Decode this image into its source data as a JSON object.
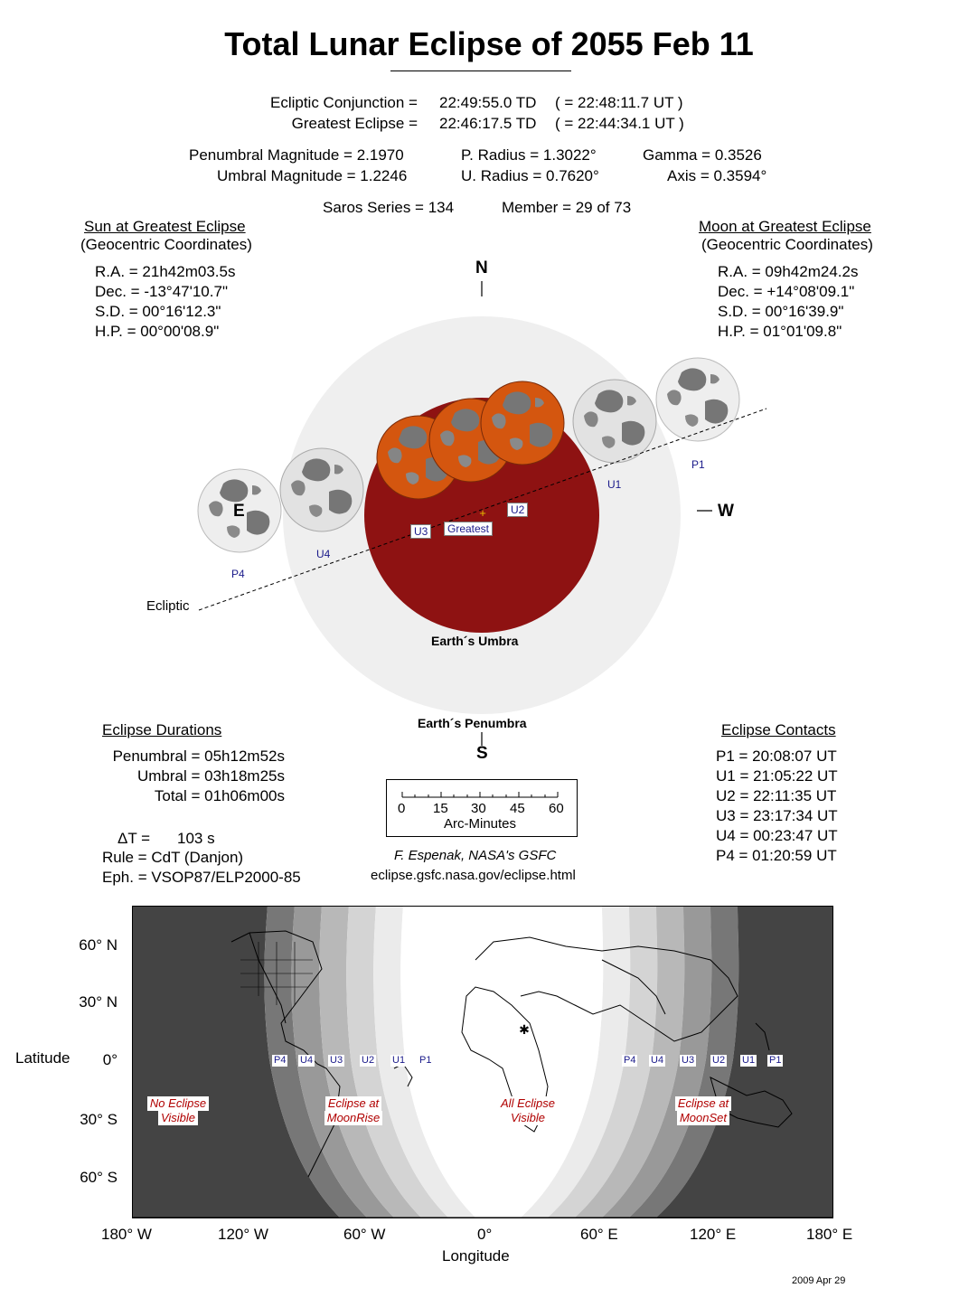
{
  "header": {
    "title": "Total Lunar Eclipse of  2055 Feb 11",
    "conjunction_label": "Ecliptic Conjunction =",
    "conjunction_td": "22:49:55.0 TD",
    "conjunction_ut": "( = 22:48:11.7 UT )",
    "greatest_label": "Greatest Eclipse =",
    "greatest_td": "22:46:17.5 TD",
    "greatest_ut": "( = 22:44:34.1 UT )"
  },
  "params": {
    "pen_mag": "Penumbral Magnitude =  2.1970",
    "umb_mag": "Umbral Magnitude =  1.2246",
    "p_radius": "P. Radius = 1.3022°",
    "u_radius": "U. Radius = 0.7620°",
    "gamma": "Gamma =  0.3526",
    "axis": "Axis =  0.3594°",
    "saros": "Saros Series = 134",
    "member": "Member = 29 of 73"
  },
  "sun": {
    "title": "Sun at Greatest Eclipse",
    "subtitle": "(Geocentric Coordinates)",
    "ra": "R.A. =  21h42m03.5s",
    "dec": "Dec. = -13°47'10.7\"",
    "sd": "S.D. =  00°16'12.3\"",
    "hp": "H.P. =  00°00'08.9\""
  },
  "moon": {
    "title": "Moon at Greatest Eclipse",
    "subtitle": "(Geocentric Coordinates)",
    "ra": "R.A. =  09h42m24.2s",
    "dec": "Dec. = +14°08'09.1\"",
    "sd": "S.D. =  00°16'39.9\"",
    "hp": "H.P. =  01°01'09.8\""
  },
  "diagram": {
    "north": "N",
    "south": "S",
    "east": "E",
    "west": "W",
    "ecliptic": "Ecliptic",
    "umbra": "Earth´s Umbra",
    "penumbra": "Earth´s Penumbra",
    "greatest": "Greatest",
    "contacts": [
      "P1",
      "U1",
      "U2",
      "U3",
      "U4",
      "P4"
    ],
    "umbra_color": "#8e1212",
    "penumbra_color": "#efefef",
    "moon_eclipsed_color": "#d4560f"
  },
  "durations": {
    "title": "Eclipse Durations",
    "penumbral": "Penumbral = 05h12m52s",
    "umbral": "Umbral = 03h18m25s",
    "total": "Total = 01h06m00s",
    "delta_t_label": "ΔT =",
    "delta_t_value": "103 s",
    "rule": "Rule = CdT (Danjon)",
    "eph": "Eph. = VSOP87/ELP2000-85"
  },
  "contacts_panel": {
    "title": "Eclipse Contacts",
    "p1": "P1 = 20:08:07 UT",
    "u1": "U1 = 21:05:22 UT",
    "u2": "U2 = 22:11:35 UT",
    "u3": "U3 = 23:17:34 UT",
    "u4": "U4 = 00:23:47 UT",
    "p4": "P4 = 01:20:59 UT"
  },
  "scale": {
    "ticks": [
      "0",
      "15",
      "30",
      "45",
      "60"
    ],
    "label": "Arc-Minutes"
  },
  "credit": {
    "author": "F. Espenak, NASA's GSFC",
    "url": "eclipse.gsfc.nasa.gov/eclipse.html",
    "date": "2009 Apr 29"
  },
  "map": {
    "lat_labels": [
      "60° N",
      "30° N",
      "0°",
      "30° S",
      "60° S"
    ],
    "lon_labels": [
      "180° W",
      "120° W",
      "60° W",
      "0°",
      "60° E",
      "120° E",
      "180° E"
    ],
    "ylabel": "Latitude",
    "xlabel": "Longitude",
    "contacts_west": [
      "P4",
      "U4",
      "U3",
      "U2",
      "U1",
      "P1"
    ],
    "contacts_east": [
      "P4",
      "U4",
      "U3",
      "U2",
      "U1",
      "P1"
    ],
    "regions": {
      "none_1": "No Eclipse",
      "none_2": "Visible",
      "rise_1": "Eclipse at",
      "rise_2": "MoonRise",
      "all_1": "All Eclipse",
      "all_2": "Visible",
      "set_1": "Eclipse at",
      "set_2": "MoonSet"
    }
  }
}
